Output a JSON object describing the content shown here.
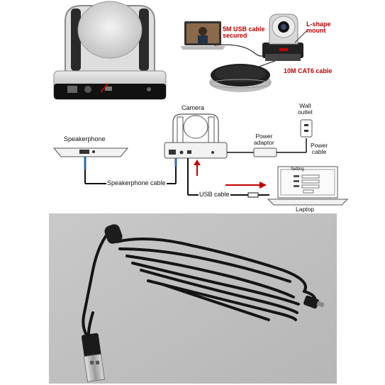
{
  "top_panel": {
    "usb_cable_label_line1": "5M USB cable",
    "usb_cable_label_line2": "secured",
    "mount_label_line1": "L-shape",
    "mount_label_line2": "mount",
    "cat6_label": "10M CAT6 cable"
  },
  "diagram": {
    "camera_label": "Camera",
    "speakerphone_label": "Speakerphone",
    "wall_outlet_line1": "Wall",
    "wall_outlet_line2": "outlet",
    "power_adaptor_line1": "Power",
    "power_adaptor_line2": "adaptor",
    "power_cable_line1": "Power",
    "power_cable_line2": "cable",
    "speakerphone_cable_label": "Speakerphone cable",
    "usb_cable_label": "USB cable",
    "laptop_label": "Laptop",
    "setting_label": "Setting"
  },
  "colors": {
    "accent_red": "#c00000",
    "cable_black": "#111111",
    "device_gray": "#d9d9d9"
  }
}
